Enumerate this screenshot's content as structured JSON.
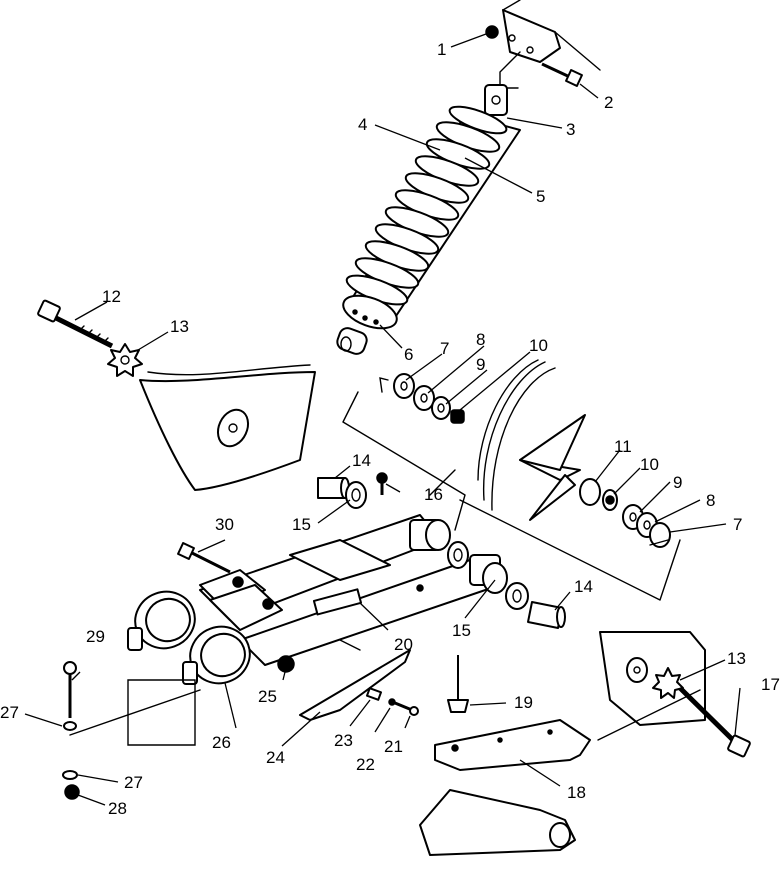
{
  "callouts": {
    "c1": "1",
    "c2": "2",
    "c3": "3",
    "c4": "4",
    "c5": "5",
    "c6": "6",
    "c7a": "7",
    "c7b": "7",
    "c8a": "8",
    "c8b": "8",
    "c9a": "9",
    "c9b": "9",
    "c10a": "10",
    "c10b": "10",
    "c11": "11",
    "c12": "12",
    "c13a": "13",
    "c13b": "13",
    "c14a": "14",
    "c14b": "14",
    "c15a": "15",
    "c15b": "15",
    "c16": "16",
    "c17": "17",
    "c18": "18",
    "c19": "19",
    "c20": "20",
    "c21": "21",
    "c22": "22",
    "c23": "23",
    "c24": "24",
    "c25": "25",
    "c26": "26",
    "c27a": "27",
    "c27b": "27",
    "c28": "28",
    "c29": "29",
    "c30": "30"
  },
  "colors": {
    "ink": "#000000",
    "paper": "#ffffff"
  }
}
